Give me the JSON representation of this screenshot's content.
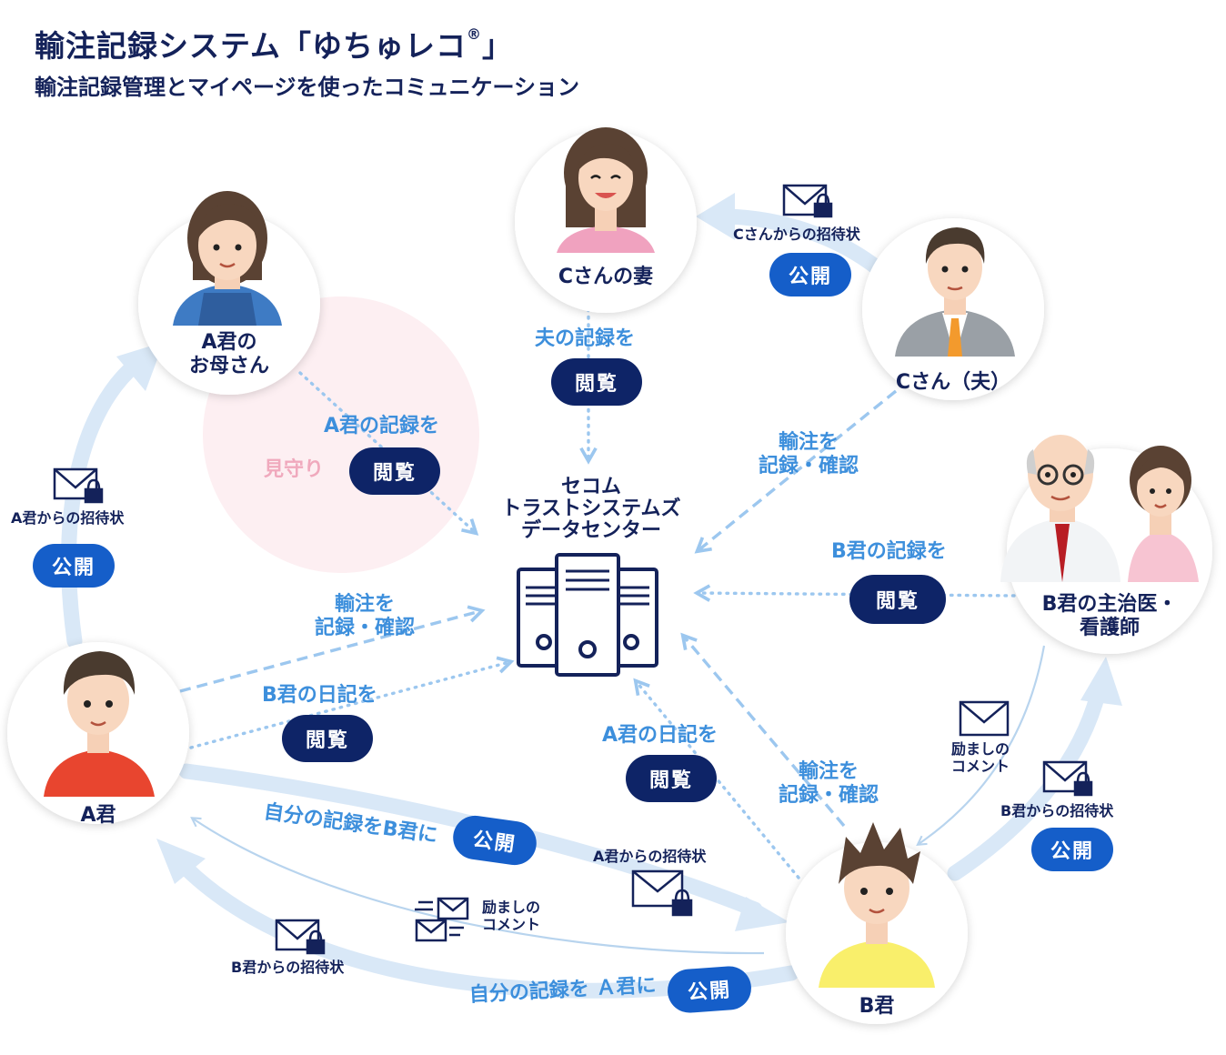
{
  "header": {
    "title_main": "輸注記録システム「ゆちゅレコ",
    "title_reg": "®",
    "title_close": "」",
    "subtitle": "輸注記録管理とマイページを使ったコミュニケーション"
  },
  "center": {
    "line1": "セコム",
    "line2": "トラストシステムズ",
    "line3": "データセンター"
  },
  "people": {
    "mother": {
      "line1": "A君の",
      "line2": "お母さん"
    },
    "wife": {
      "label": "Cさんの妻"
    },
    "husband": {
      "label": "Cさん（夫）"
    },
    "doctor": {
      "line1": "B君の主治医・",
      "line2": "看護師"
    },
    "a": {
      "label": "A君"
    },
    "b": {
      "label": "B君"
    }
  },
  "labels": {
    "a_record_view": "A君の記録を",
    "mimamori": "見守り",
    "husband_record_view": "夫の記録を",
    "input_confirm_1": "輸注を",
    "input_confirm_2": "記録・確認",
    "b_record_view": "B君の記録を",
    "b_diary_view": "B君の日記を",
    "a_diary_view": "A君の日記を",
    "a_to_b_publish": "自分の記録をB君に",
    "b_to_a_publish": "自分の記録を Ａ君に",
    "invite_c": "Cさんからの招待状",
    "invite_a": "A君からの招待状",
    "invite_b": "B君からの招待状",
    "cheer_1": "励ましの",
    "cheer_2": "コメント"
  },
  "pills": {
    "view": "閲覧",
    "publish": "公開"
  },
  "icons": [
    "envelope-lock-icon",
    "envelope-icon",
    "server-icon",
    "person-icon"
  ],
  "colors": {
    "navy": "#0e2467",
    "blue": "#155ec9",
    "label_blue": "#3d8fdc",
    "arrow_light": "#d9e8f7",
    "mimamori_pink": "#fdeff2"
  }
}
